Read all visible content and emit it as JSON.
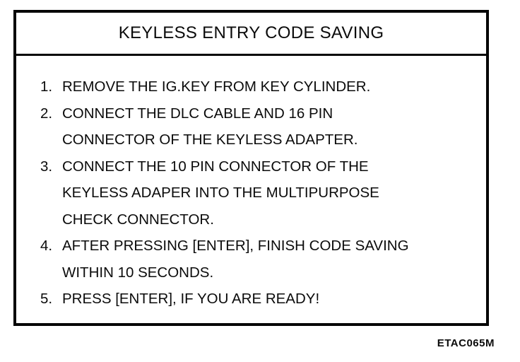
{
  "figure": {
    "title": "KEYLESS ENTRY CODE SAVING",
    "steps": [
      {
        "number": "1.",
        "lines": [
          "REMOVE THE IG.KEY FROM KEY CYLINDER."
        ]
      },
      {
        "number": "2.",
        "lines": [
          "CONNECT THE DLC CABLE AND 16 PIN",
          "CONNECTOR OF THE KEYLESS ADAPTER."
        ]
      },
      {
        "number": "3.",
        "lines": [
          "CONNECT THE 10 PIN CONNECTOR OF THE",
          "KEYLESS ADAPER INTO THE MULTIPURPOSE",
          "CHECK CONNECTOR."
        ]
      },
      {
        "number": "4.",
        "lines": [
          "AFTER PRESSING [ENTER], FINISH CODE SAVING",
          "WITHIN 10 SECONDS."
        ]
      },
      {
        "number": "5.",
        "lines": [
          "PRESS [ENTER], IF YOU ARE READY!"
        ]
      }
    ],
    "figure_code": "ETAC065M",
    "colors": {
      "ink": "#0b0b0b",
      "background": "#ffffff"
    }
  }
}
